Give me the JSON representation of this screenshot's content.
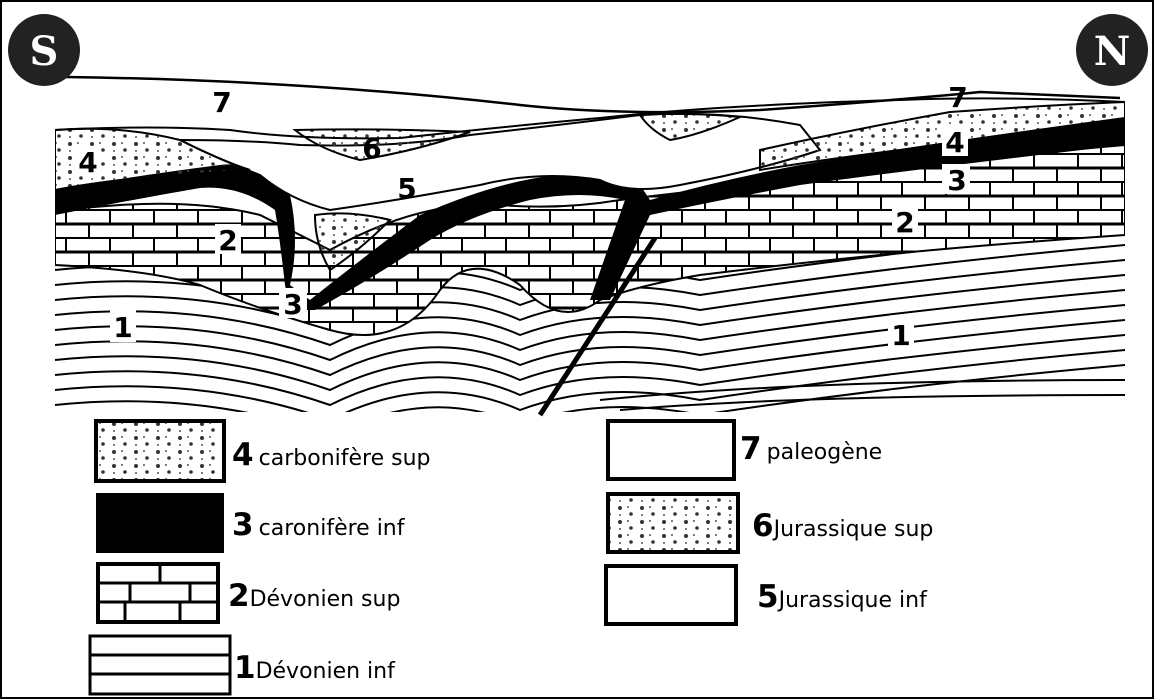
{
  "compass": {
    "south": "S",
    "north": "N"
  },
  "section_labels": {
    "l7a": "7",
    "l7b": "7",
    "l6": "6",
    "l5": "5",
    "l4a": "4",
    "l4b": "4",
    "l3a": "3",
    "l3b": "3",
    "l2a": "2",
    "l2b": "2",
    "l1a": "1",
    "l1b": "1"
  },
  "legend": {
    "item4": {
      "num": "4",
      "label": "carbonifère sup"
    },
    "item3": {
      "num": "3",
      "label": "caronifère inf"
    },
    "item2": {
      "num": "2",
      "label": "Dévonien sup"
    },
    "item1": {
      "num": "1",
      "label": "Dévonien inf"
    },
    "item7": {
      "num": "7",
      "label": "paleogène"
    },
    "item6": {
      "num": "6",
      "label": "Jurassique sup"
    },
    "item5": {
      "num": "5",
      "label": "Jurassique inf"
    }
  },
  "colors": {
    "ink": "#000000",
    "paper": "#ffffff",
    "dot": "#444444"
  }
}
